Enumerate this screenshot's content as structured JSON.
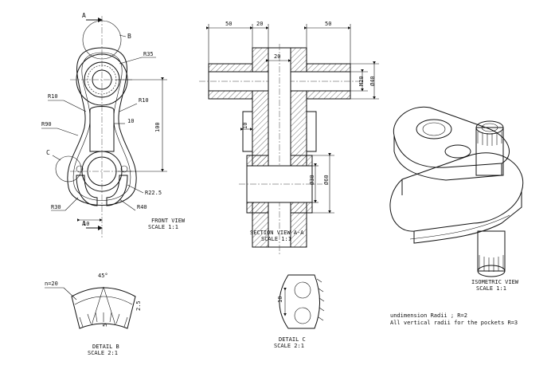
{
  "front_view": {
    "section_mark": "A",
    "section_mark_bottom": "A",
    "detail_b": "B",
    "detail_c": "C",
    "r35": "R35",
    "r10_left": "R10",
    "r10_right": "R10",
    "r90": "R90",
    "dim_10": "10",
    "dim_100": "100",
    "r22_5": "R22.5",
    "r30": "R30",
    "r40": "R40",
    "dim_10_bottom": "10",
    "title": "FRONT VIEW",
    "scale": "SCALE 1:1"
  },
  "section_view": {
    "dim_50_left": "50",
    "dim_20_top": "20",
    "dim_50_right": "50",
    "dim_20_inner": "20",
    "m20": "M20",
    "d40": "Ø40",
    "dim_10": "10",
    "d30": "Ø30",
    "d60": "Ø60",
    "title": "SECTION VIEW A-A",
    "scale": "SCALE 1:1"
  },
  "isometric": {
    "title": "ISOMETRIC VIEW",
    "scale": "SCALE 1:1"
  },
  "detail_b": {
    "n20": "n=20",
    "angle": "45°",
    "dim_2_5": "2.5",
    "dim_5": "5",
    "title": "DETAIL B",
    "scale": "SCALE 2:1"
  },
  "detail_c": {
    "dim_10": "10",
    "title": "DETAIL C",
    "scale": "SCALE 2:1"
  },
  "notes": {
    "line1": "undimension Radii ; R=2",
    "line2": "All vertical radii for the pockets R=3"
  }
}
